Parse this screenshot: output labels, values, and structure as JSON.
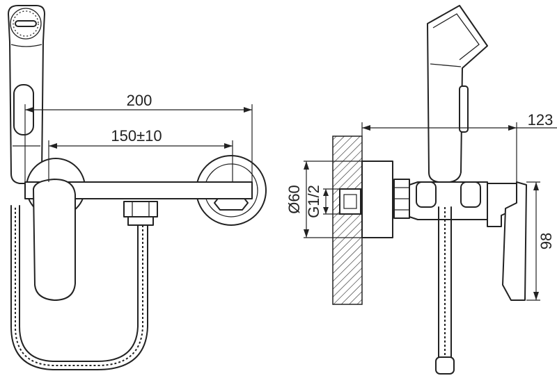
{
  "dimensions": {
    "overall_width": "200",
    "center_distance": "150±10",
    "projection": "123",
    "flange_diameter": "Ø60",
    "thread": "G1/2",
    "height": "98"
  }
}
